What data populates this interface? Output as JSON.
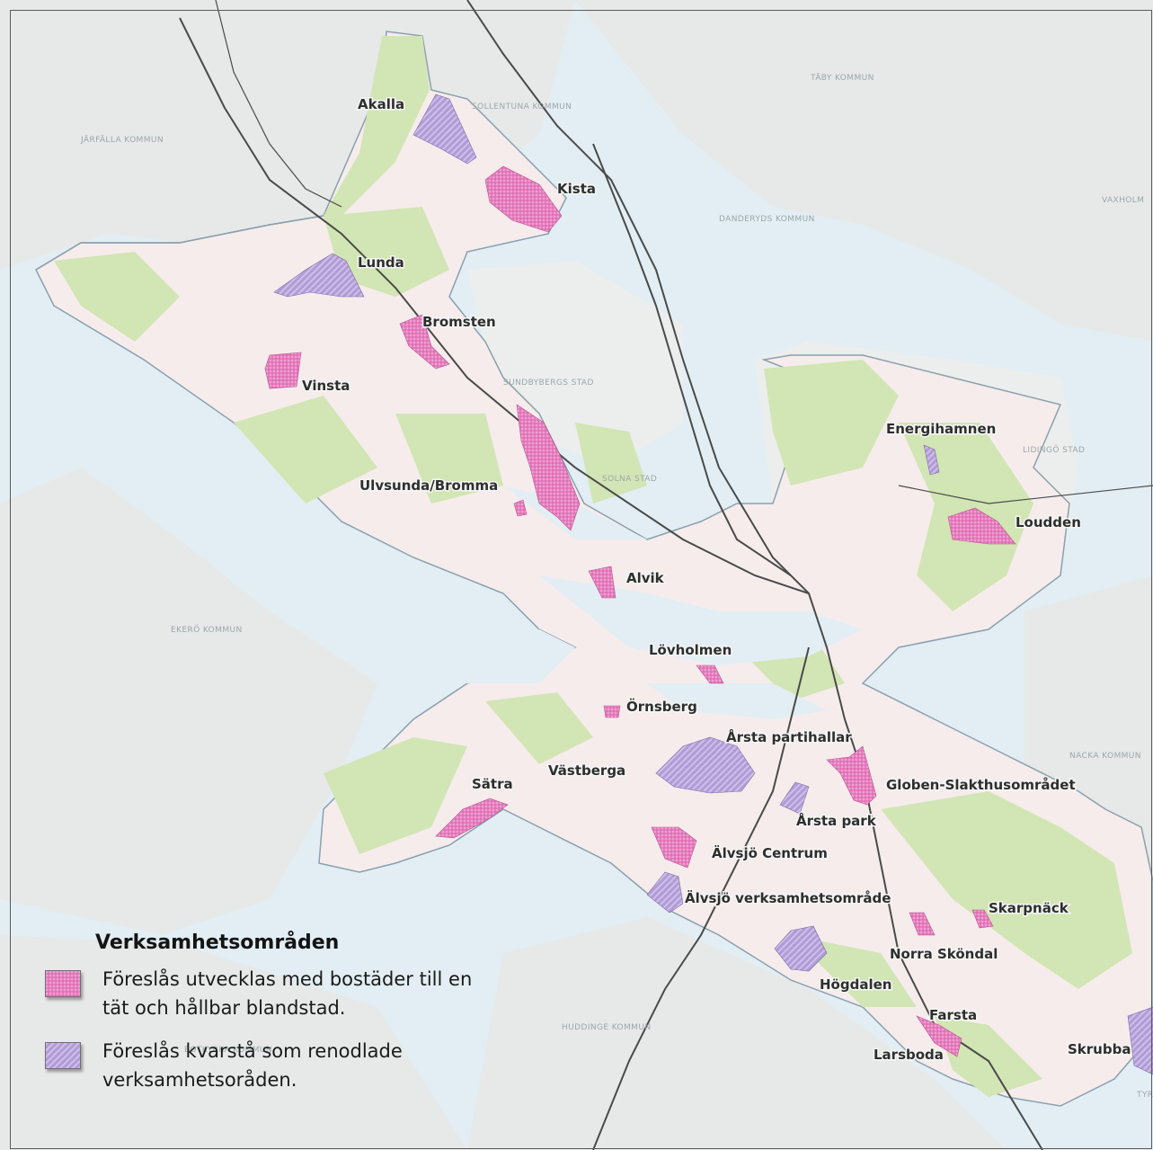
{
  "colors": {
    "water": "#e2eef4",
    "land_outside": "#e6e9e8",
    "city_land": "#f6ecec",
    "green": "#d2e5b4",
    "boundary": "#8aa0ae",
    "rail": "#4a4a4a",
    "housing_area": "#e67fbf",
    "business_area": "#b19bd6"
  },
  "municipalities": {
    "sollentuna": "SOLLENTUNA KOMMUN",
    "taby": "TÄBY KOMMUN",
    "jarfalla": "JÄRFÄLLA KOMMUN",
    "vaxholm": "VAXHOLM",
    "danderyd": "DANDERYDS KOMMUN",
    "sundbyberg": "SUNDBYBERGS STAD",
    "solna": "SOLNA STAD",
    "lidingo": "LIDINGÖ STAD",
    "ekero": "EKERÖ KOMMUN",
    "nacka": "NACKA KOMMUN",
    "huddinge": "HUDDINGE KOMMUN",
    "botkyrka": "BOTKYRKA KOMMUN",
    "tyreso": "TYR"
  },
  "places": {
    "akalla": "Akalla",
    "kista": "Kista",
    "lunda": "Lunda",
    "bromsten": "Bromsten",
    "vinsta": "Vinsta",
    "ulvsunda": "Ulvsunda/Bromma",
    "energihamnen": "Energihamnen",
    "loudden": "Loudden",
    "alvik": "Alvik",
    "lovholmen": "Lövholmen",
    "ornsberg": "Örnsberg",
    "arsta_partihallar": "Årsta partihallar",
    "vastberga": "Västberga",
    "satra": "Sätra",
    "globen": "Globen-Slakthusområdet",
    "arsta_park": "Årsta park",
    "alvsjo_centrum": "Älvsjö Centrum",
    "alvsjo_verksamhet": "Älvsjö verksamhetsområde",
    "skarpnack": "Skarpnäck",
    "norra_skondal": "Norra Sköndal",
    "hogdalen": "Högdalen",
    "farsta": "Farsta",
    "skrubba": "Skrubba",
    "larsboda": "Larsboda"
  },
  "legend": {
    "title": "Verksamhetsområden",
    "items": [
      {
        "type": "housing",
        "text": "Föreslås utvecklas med bostäder till en tät och hållbar blandstad."
      },
      {
        "type": "business",
        "text": "Föreslås kvarstå som renodlade verksamhetsoråden."
      }
    ]
  }
}
